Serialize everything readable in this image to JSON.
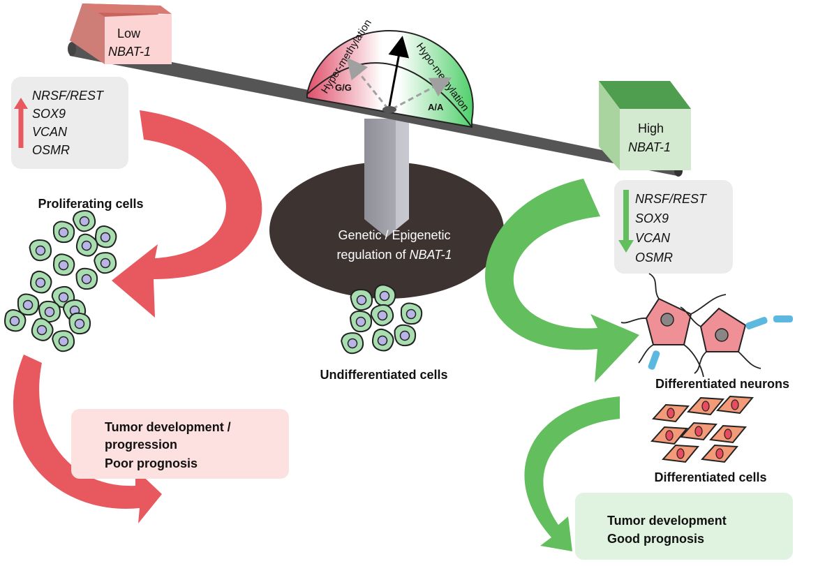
{
  "low_box": {
    "line1": "Low",
    "line2": "NBAT-1"
  },
  "high_box": {
    "line1": "High",
    "line2": "NBAT-1"
  },
  "gauge": {
    "left_label": "Hyper-methylation",
    "right_label": "Hypo-methylation",
    "left_genotype": "G/G",
    "right_genotype": "A/A"
  },
  "center_base": {
    "line1": "Genetic / Epigenetic",
    "line2_prefix": "regulation of ",
    "line2_gene": "NBAT-1"
  },
  "left_genes": [
    "NRSF/REST",
    "SOX9",
    "VCAN",
    "OSMR"
  ],
  "right_genes": [
    "NRSF/REST",
    "SOX9",
    "VCAN",
    "OSMR"
  ],
  "labels": {
    "proliferating": "Proliferating cells",
    "undifferentiated": "Undifferentiated cells",
    "diff_neurons": "Differentiated neurons",
    "diff_cells": "Differentiated cells"
  },
  "poor_box": {
    "line1": "Tumor development /",
    "line2": "progression",
    "line3": "Poor prognosis"
  },
  "good_box": {
    "line1": "Tumor development",
    "line2": "Good prognosis"
  },
  "colors": {
    "red": "#e8595f",
    "green": "#63be5e",
    "cell_fill": "#a8ddb0",
    "nucleus": "#b9b4e6",
    "neuron": "#ef8f96",
    "diff_cell": "#f39a78",
    "gray_box": "#ececec",
    "base": "#3d3331"
  }
}
